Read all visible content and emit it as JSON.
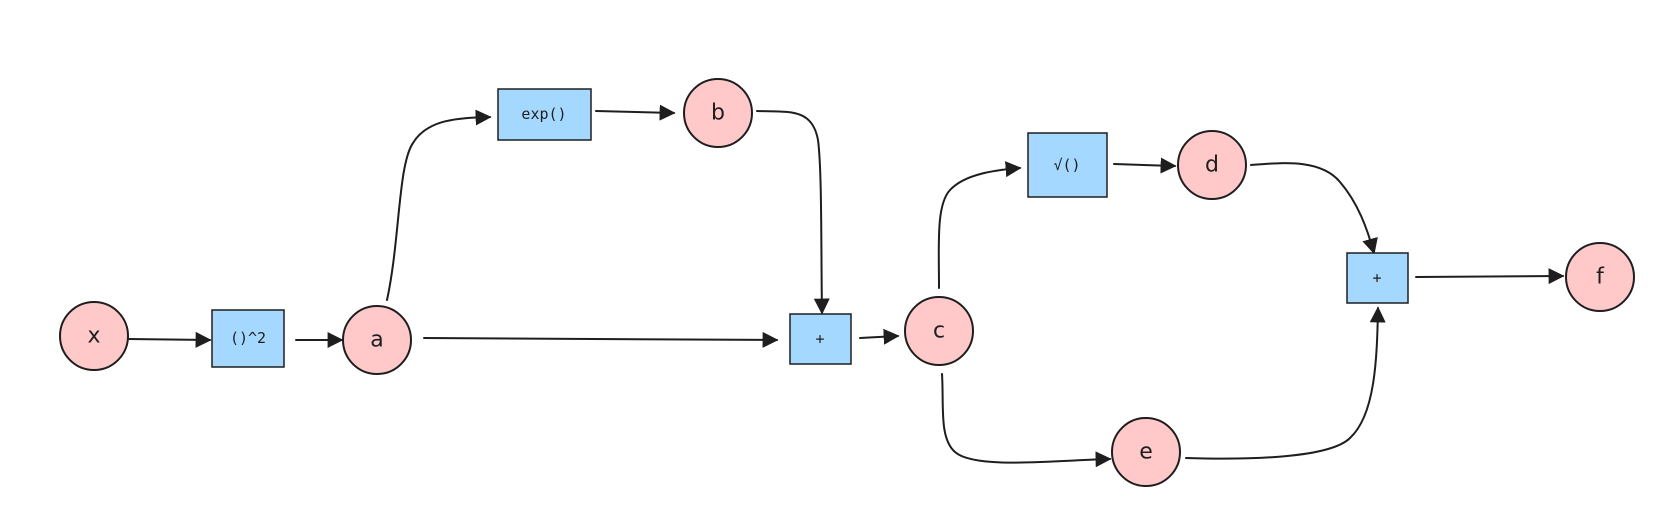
{
  "colors": {
    "variable_fill": "#ffc9c9",
    "operation_fill": "#a5d8ff",
    "stroke": "#1e1e1e"
  },
  "nodes": {
    "x": {
      "label": "x",
      "kind": "variable"
    },
    "square": {
      "label": "()^2",
      "kind": "operation"
    },
    "a": {
      "label": "a",
      "kind": "variable"
    },
    "exp": {
      "label": "exp()",
      "kind": "operation"
    },
    "b": {
      "label": "b",
      "kind": "variable"
    },
    "add1": {
      "label": "+",
      "kind": "operation"
    },
    "c": {
      "label": "c",
      "kind": "variable"
    },
    "sqrt": {
      "label": "√()",
      "kind": "operation"
    },
    "d": {
      "label": "d",
      "kind": "variable"
    },
    "e": {
      "label": "e",
      "kind": "variable"
    },
    "add2": {
      "label": "+",
      "kind": "operation"
    },
    "f": {
      "label": "f",
      "kind": "variable"
    }
  },
  "edges": [
    {
      "from": "x",
      "to": "square"
    },
    {
      "from": "square",
      "to": "a"
    },
    {
      "from": "a",
      "to": "exp"
    },
    {
      "from": "exp",
      "to": "b"
    },
    {
      "from": "a",
      "to": "add1"
    },
    {
      "from": "b",
      "to": "add1"
    },
    {
      "from": "add1",
      "to": "c"
    },
    {
      "from": "c",
      "to": "sqrt"
    },
    {
      "from": "sqrt",
      "to": "d"
    },
    {
      "from": "c",
      "to": "e"
    },
    {
      "from": "d",
      "to": "add2"
    },
    {
      "from": "e",
      "to": "add2"
    },
    {
      "from": "add2",
      "to": "f"
    }
  ]
}
